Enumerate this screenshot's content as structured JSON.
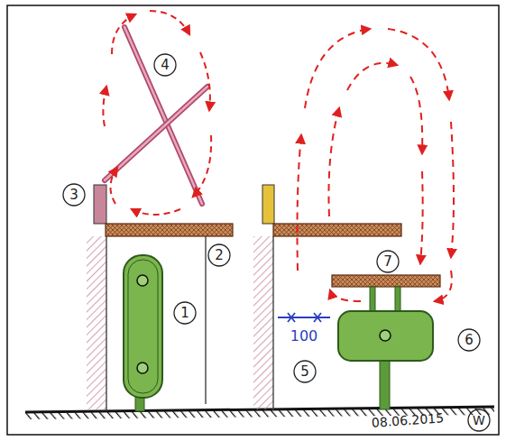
{
  "diagram": {
    "labels": [
      "4",
      "3",
      "2",
      "1",
      "7",
      "6",
      "100",
      "5",
      "08.06.2015",
      "W"
    ]
  }
}
